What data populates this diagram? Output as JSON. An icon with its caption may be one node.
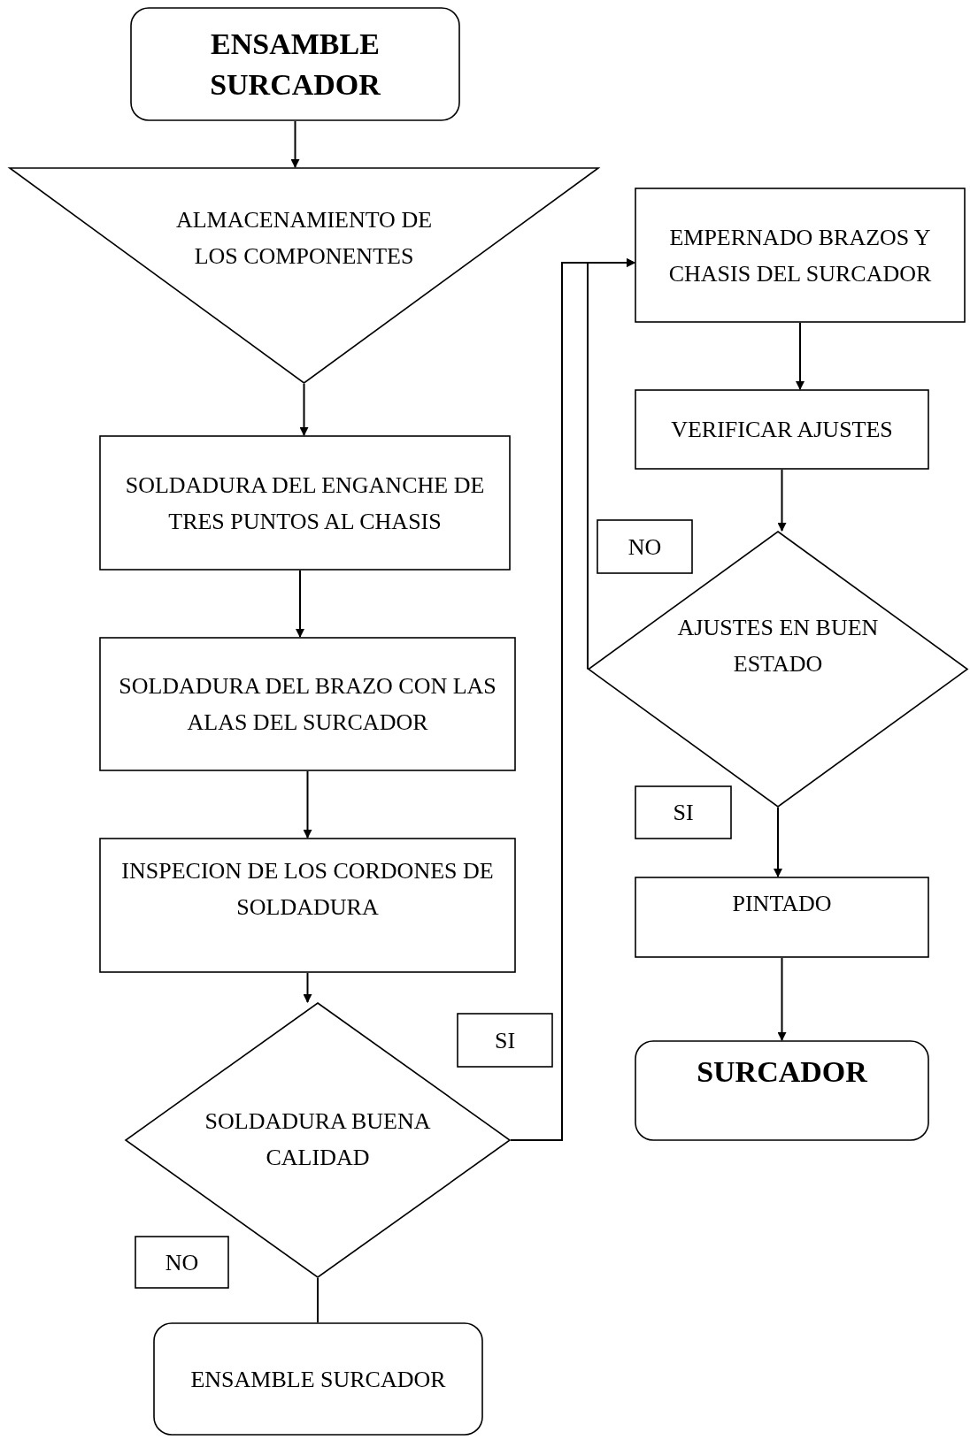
{
  "diagram": {
    "nodes": [
      {
        "text": [
          "ENSAMBLE SURCADOR"
        ]
      },
      {
        "text": [
          "ALMACENAMIENTO DE LOS COMPONENTES"
        ]
      },
      {
        "text": [
          "SOLDADURA DEL ENGANCHE DE TRES PUNTOS AL CHASIS"
        ]
      },
      {
        "text": [
          "SOLDADURA DEL BRAZO CON LAS ALAS DEL SURCADOR"
        ]
      },
      {
        "text": [
          "INSPECION DE LOS CORDONES DE SOLDADURA"
        ]
      },
      {
        "text": [
          "SOLDADURA BUENA CALIDAD"
        ]
      },
      {
        "text": [
          "SI"
        ]
      },
      {
        "text": [
          "NO"
        ]
      },
      {
        "text": [
          "ENSAMBLE SURCADOR"
        ]
      },
      {
        "text": [
          "EMPERNADO BRAZOS Y CHASIS DEL SURCADOR"
        ]
      },
      {
        "text": [
          "VERIFICAR AJUSTES"
        ]
      },
      {
        "text": [
          "NO"
        ]
      },
      {
        "text": [
          "AJUSTES EN BUEN ESTADO"
        ]
      },
      {
        "text": [
          "SI"
        ]
      },
      {
        "text": [
          "PINTADO"
        ]
      },
      {
        "text": [
          "SURCADOR"
        ]
      }
    ],
    "edges": [
      {
        "from": 0,
        "to": 1,
        "arrow": "to"
      },
      {
        "from": 1,
        "to": 2,
        "arrow": "to"
      },
      {
        "from": 2,
        "to": 3,
        "arrow": "to"
      },
      {
        "from": 3,
        "to": 4,
        "arrow": "to"
      },
      {
        "from": 4,
        "to": 5,
        "arrow": "to"
      },
      {
        "from": 5,
        "to": 8,
        "arrow": "none"
      },
      {
        "from": 5,
        "to": 9,
        "arrow": "to"
      },
      {
        "from": 12,
        "to": 9,
        "arrow": "to"
      },
      {
        "from": 9,
        "to": 10,
        "arrow": "to"
      },
      {
        "from": 10,
        "to": 12,
        "arrow": "to"
      },
      {
        "from": 12,
        "to": 14,
        "arrow": "to"
      },
      {
        "from": 14,
        "to": 15,
        "arrow": "to"
      }
    ]
  }
}
